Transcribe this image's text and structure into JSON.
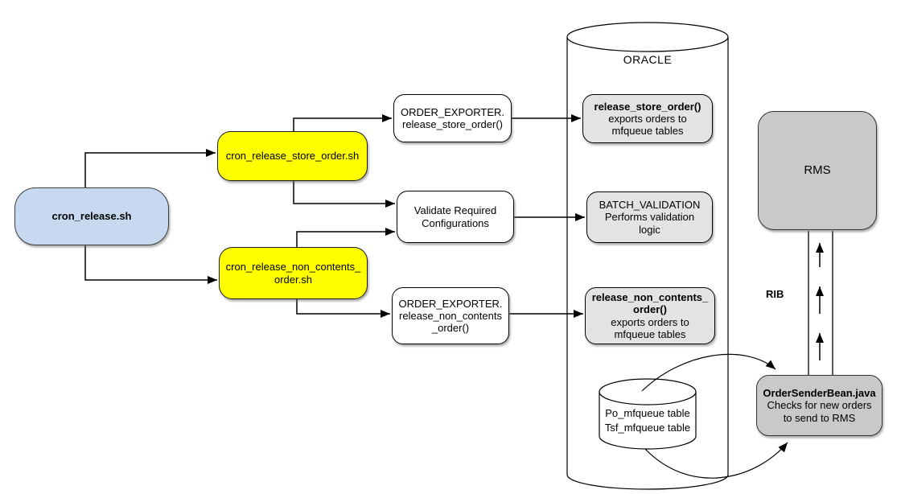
{
  "diagram": {
    "colors": {
      "root_script_fill": "#c6d9f0",
      "wrapper_script_fill": "#ffff00",
      "caller_fill": "#ffffff",
      "db_proc_fill": "#e3e3e3",
      "external_system_fill": "#c9c9c9",
      "line_color": "#000000"
    },
    "nodes": {
      "cron_release": {
        "label": "cron_release.sh"
      },
      "cron_release_store_order": {
        "label": "cron_release_store_order.sh"
      },
      "cron_release_non_contents_order": {
        "line1": "cron_release_non_contents_",
        "line2": "order.sh"
      },
      "order_exporter_store": {
        "line1": "ORDER_EXPORTER.",
        "line2": "release_store_order()"
      },
      "validate_configurations": {
        "line1": "Validate Required",
        "line2": "Configurations"
      },
      "order_exporter_non_contents": {
        "line1": "ORDER_EXPORTER.",
        "line2": "release_non_contents",
        "line3": "_order()"
      },
      "oracle": {
        "label": "ORACLE"
      },
      "release_store_order_proc": {
        "title": "release_store_order()",
        "line1": "exports orders  to",
        "line2": "mfqueue tables"
      },
      "batch_validation": {
        "line1": "BATCH_VALIDATION",
        "line2": "Performs validation",
        "line3": "logic"
      },
      "release_non_contents_proc": {
        "title1": "release_non_contents_",
        "title2": "order()",
        "line1": "exports orders to",
        "line2": "mfqueue tables"
      },
      "mfqueue_tables": {
        "line1": "Po_mfqueue table",
        "line2": "Tsf_mfqueue table"
      },
      "rms": {
        "label": "RMS"
      },
      "order_sender_bean": {
        "title": "OrderSenderBean.java",
        "line1": "Checks for new orders",
        "line2": "to send to RMS"
      }
    },
    "labels": {
      "rib": "RIB"
    }
  }
}
